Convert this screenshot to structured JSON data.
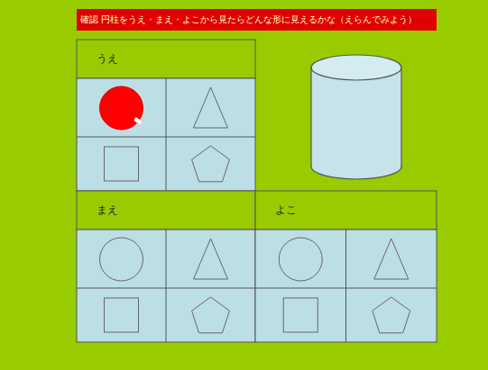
{
  "diagram": {
    "title": "確認 円柱をうえ・まえ・よこから見たらどんな形に見えるかな（えらんでみよう）",
    "nodes": [
      {
        "text": [
          "うえ"
        ]
      },
      {
        "text": [
          "まえ"
        ]
      },
      {
        "text": [
          "よこ"
        ]
      }
    ]
  }
}
